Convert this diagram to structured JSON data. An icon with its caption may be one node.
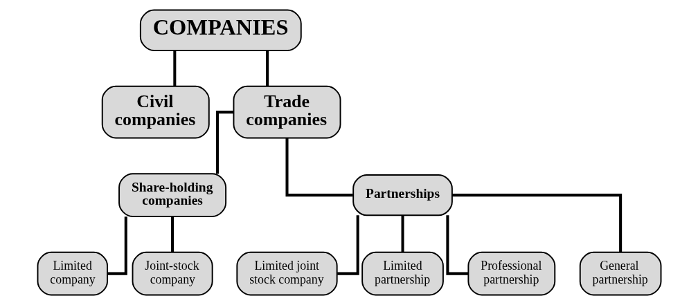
{
  "diagram": {
    "nodes": [
      {
        "text": [
          "COMPANIES"
        ]
      },
      {
        "text": [
          "Civil companies"
        ]
      },
      {
        "text": [
          "Trade companies"
        ]
      },
      {
        "text": [
          "Share-holding companies"
        ]
      },
      {
        "text": [
          "Partnerships"
        ]
      },
      {
        "text": [
          "Limited company"
        ]
      },
      {
        "text": [
          "Joint-stock company"
        ]
      },
      {
        "text": [
          "Limited joint stock company"
        ]
      },
      {
        "text": [
          "Limited partnership"
        ]
      },
      {
        "text": [
          "Professional partnership"
        ]
      },
      {
        "text": [
          "General partnership"
        ]
      }
    ],
    "edges": [
      {
        "from": 0,
        "to": 1,
        "arrow": "none"
      },
      {
        "from": 0,
        "to": 2,
        "arrow": "none"
      },
      {
        "from": 2,
        "to": 3,
        "arrow": "none"
      },
      {
        "from": 2,
        "to": 4,
        "arrow": "none"
      },
      {
        "from": 3,
        "to": 5,
        "arrow": "none"
      },
      {
        "from": 3,
        "to": 6,
        "arrow": "none"
      },
      {
        "from": 4,
        "to": 7,
        "arrow": "none"
      },
      {
        "from": 4,
        "to": 8,
        "arrow": "none"
      },
      {
        "from": 4,
        "to": 9,
        "arrow": "none"
      },
      {
        "from": 4,
        "to": 10,
        "arrow": "none"
      }
    ]
  }
}
